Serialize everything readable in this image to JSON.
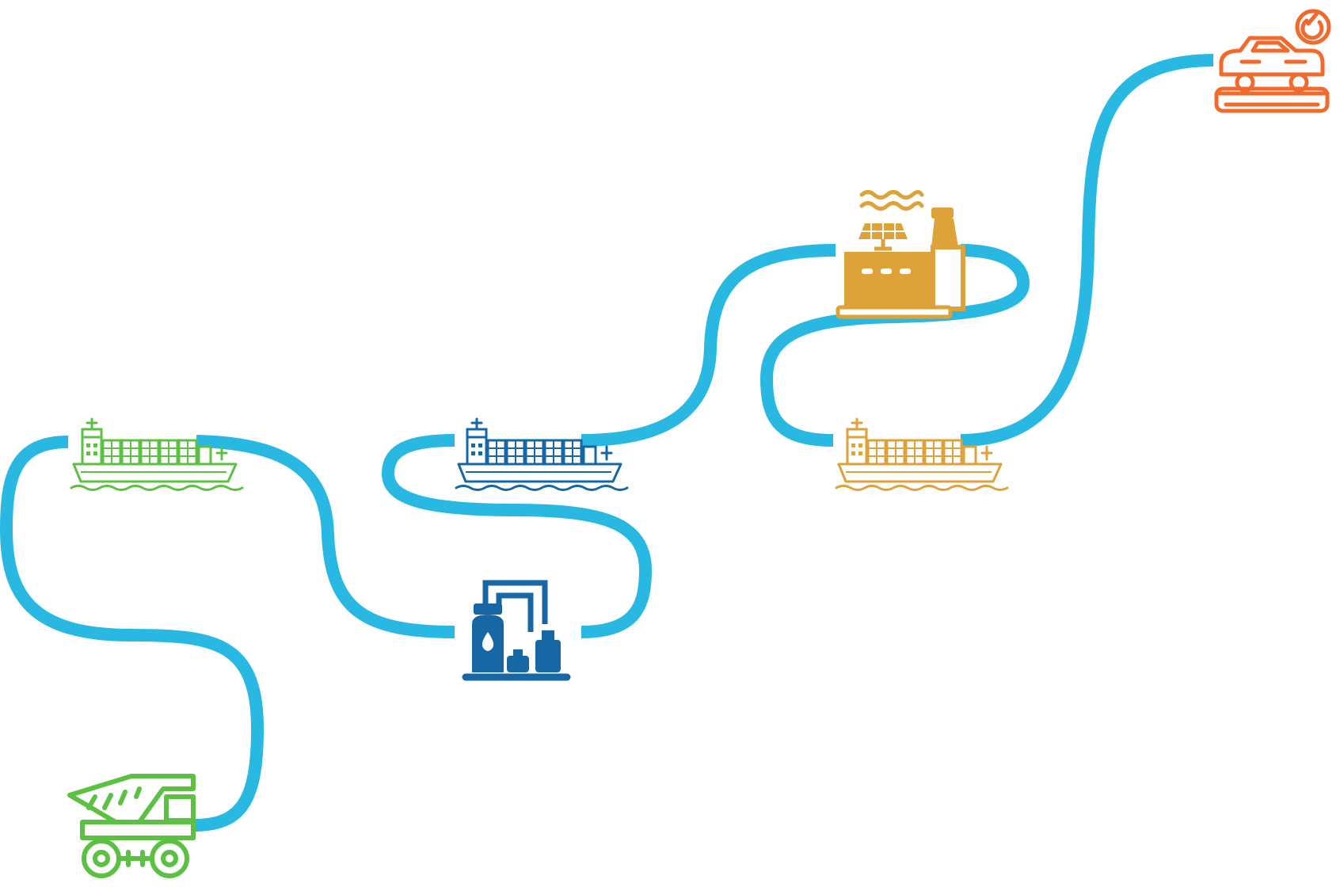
{
  "diagram": {
    "type": "supply-chain-route",
    "route_color": "#29b8e2",
    "nodes": [
      {
        "id": "mining-truck",
        "icon": "mining-dump-truck-icon",
        "color": "#5cc043"
      },
      {
        "id": "ship-origin",
        "icon": "cargo-ship-icon",
        "color": "#5cc043"
      },
      {
        "id": "refinery",
        "icon": "refinery-plant-icon",
        "color": "#1667a3"
      },
      {
        "id": "ship-refined",
        "icon": "cargo-ship-icon",
        "color": "#1667a3"
      },
      {
        "id": "factory",
        "icon": "factory-icon",
        "color": "#dea23a"
      },
      {
        "id": "ship-manufactured",
        "icon": "cargo-ship-icon",
        "color": "#dea23a"
      },
      {
        "id": "car-service",
        "icon": "car-service-icon",
        "color": "#f06a2e"
      }
    ],
    "connections": [
      [
        "mining-truck",
        "ship-origin"
      ],
      [
        "ship-origin",
        "refinery"
      ],
      [
        "refinery",
        "ship-refined"
      ],
      [
        "ship-refined",
        "factory"
      ],
      [
        "factory",
        "ship-manufactured"
      ],
      [
        "ship-manufactured",
        "car-service"
      ]
    ]
  }
}
